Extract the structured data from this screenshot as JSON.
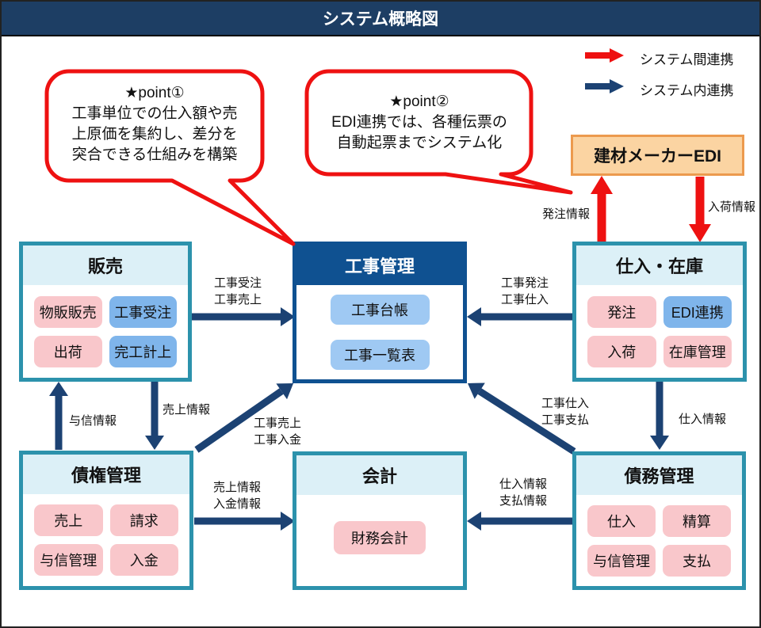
{
  "title": "システム概略図",
  "legend": {
    "inter_system": "システム間連携",
    "intra_system": "システム内連携"
  },
  "callouts": {
    "point1": "★point①\n工事単位での仕入額や売\n上原価を集約し、差分を\n突合できる仕組みを構築",
    "point2": "★point②\nEDI連携では、各種伝票の\n自動起票までシステム化"
  },
  "external": {
    "edi_title": "建材メーカーEDI"
  },
  "boxes": {
    "sales": {
      "title": "販売",
      "items": [
        {
          "label": "物販販売"
        },
        {
          "label": "工事受注"
        },
        {
          "label": "出荷"
        },
        {
          "label": "完工計上"
        }
      ]
    },
    "construction": {
      "title": "工事管理",
      "items": [
        {
          "label": "工事台帳"
        },
        {
          "label": "工事一覧表"
        }
      ]
    },
    "purchase": {
      "title": "仕入・在庫",
      "items": [
        {
          "label": "発注"
        },
        {
          "label": "EDI連携"
        },
        {
          "label": "入荷"
        },
        {
          "label": "在庫管理"
        }
      ]
    },
    "receivable": {
      "title": "債権管理",
      "items": [
        {
          "label": "売上"
        },
        {
          "label": "請求"
        },
        {
          "label": "与信管理"
        },
        {
          "label": "入金"
        }
      ]
    },
    "accounting": {
      "title": "会計",
      "items": [
        {
          "label": "財務会計"
        }
      ]
    },
    "payable": {
      "title": "債務管理",
      "items": [
        {
          "label": "仕入"
        },
        {
          "label": "精算"
        },
        {
          "label": "与信管理"
        },
        {
          "label": "支払"
        }
      ]
    }
  },
  "edge_labels": {
    "order_info": "発注情報",
    "arrival_info": "入荷情報",
    "sales_to_construction": "工事受注\n工事売上",
    "purchase_to_construction": "工事発注\n工事仕入",
    "credit_info": "与信情報",
    "sales_info": "売上情報",
    "receivable_to_construction": "工事売上\n工事入金",
    "payable_to_construction": "工事仕入\n工事支払",
    "purchase_info": "仕入情報",
    "receivable_to_accounting": "売上情報\n入金情報",
    "payable_to_accounting": "仕入情報\n支払情報"
  },
  "colors": {
    "title_bar": "#1D3E64",
    "navy_box": "#0F5191",
    "navy_arrow": "#1C4273",
    "teal_border": "#2C92AC",
    "panel_light_blue": "#DCF0F7",
    "pink_chip": "#F9C7CB",
    "blue_chip": "#7FB5EB",
    "light_blue_chip": "#9FC9F3",
    "orange_fill": "#FBD4A2",
    "orange_border": "#EC9A4E",
    "red": "#EE1111"
  }
}
